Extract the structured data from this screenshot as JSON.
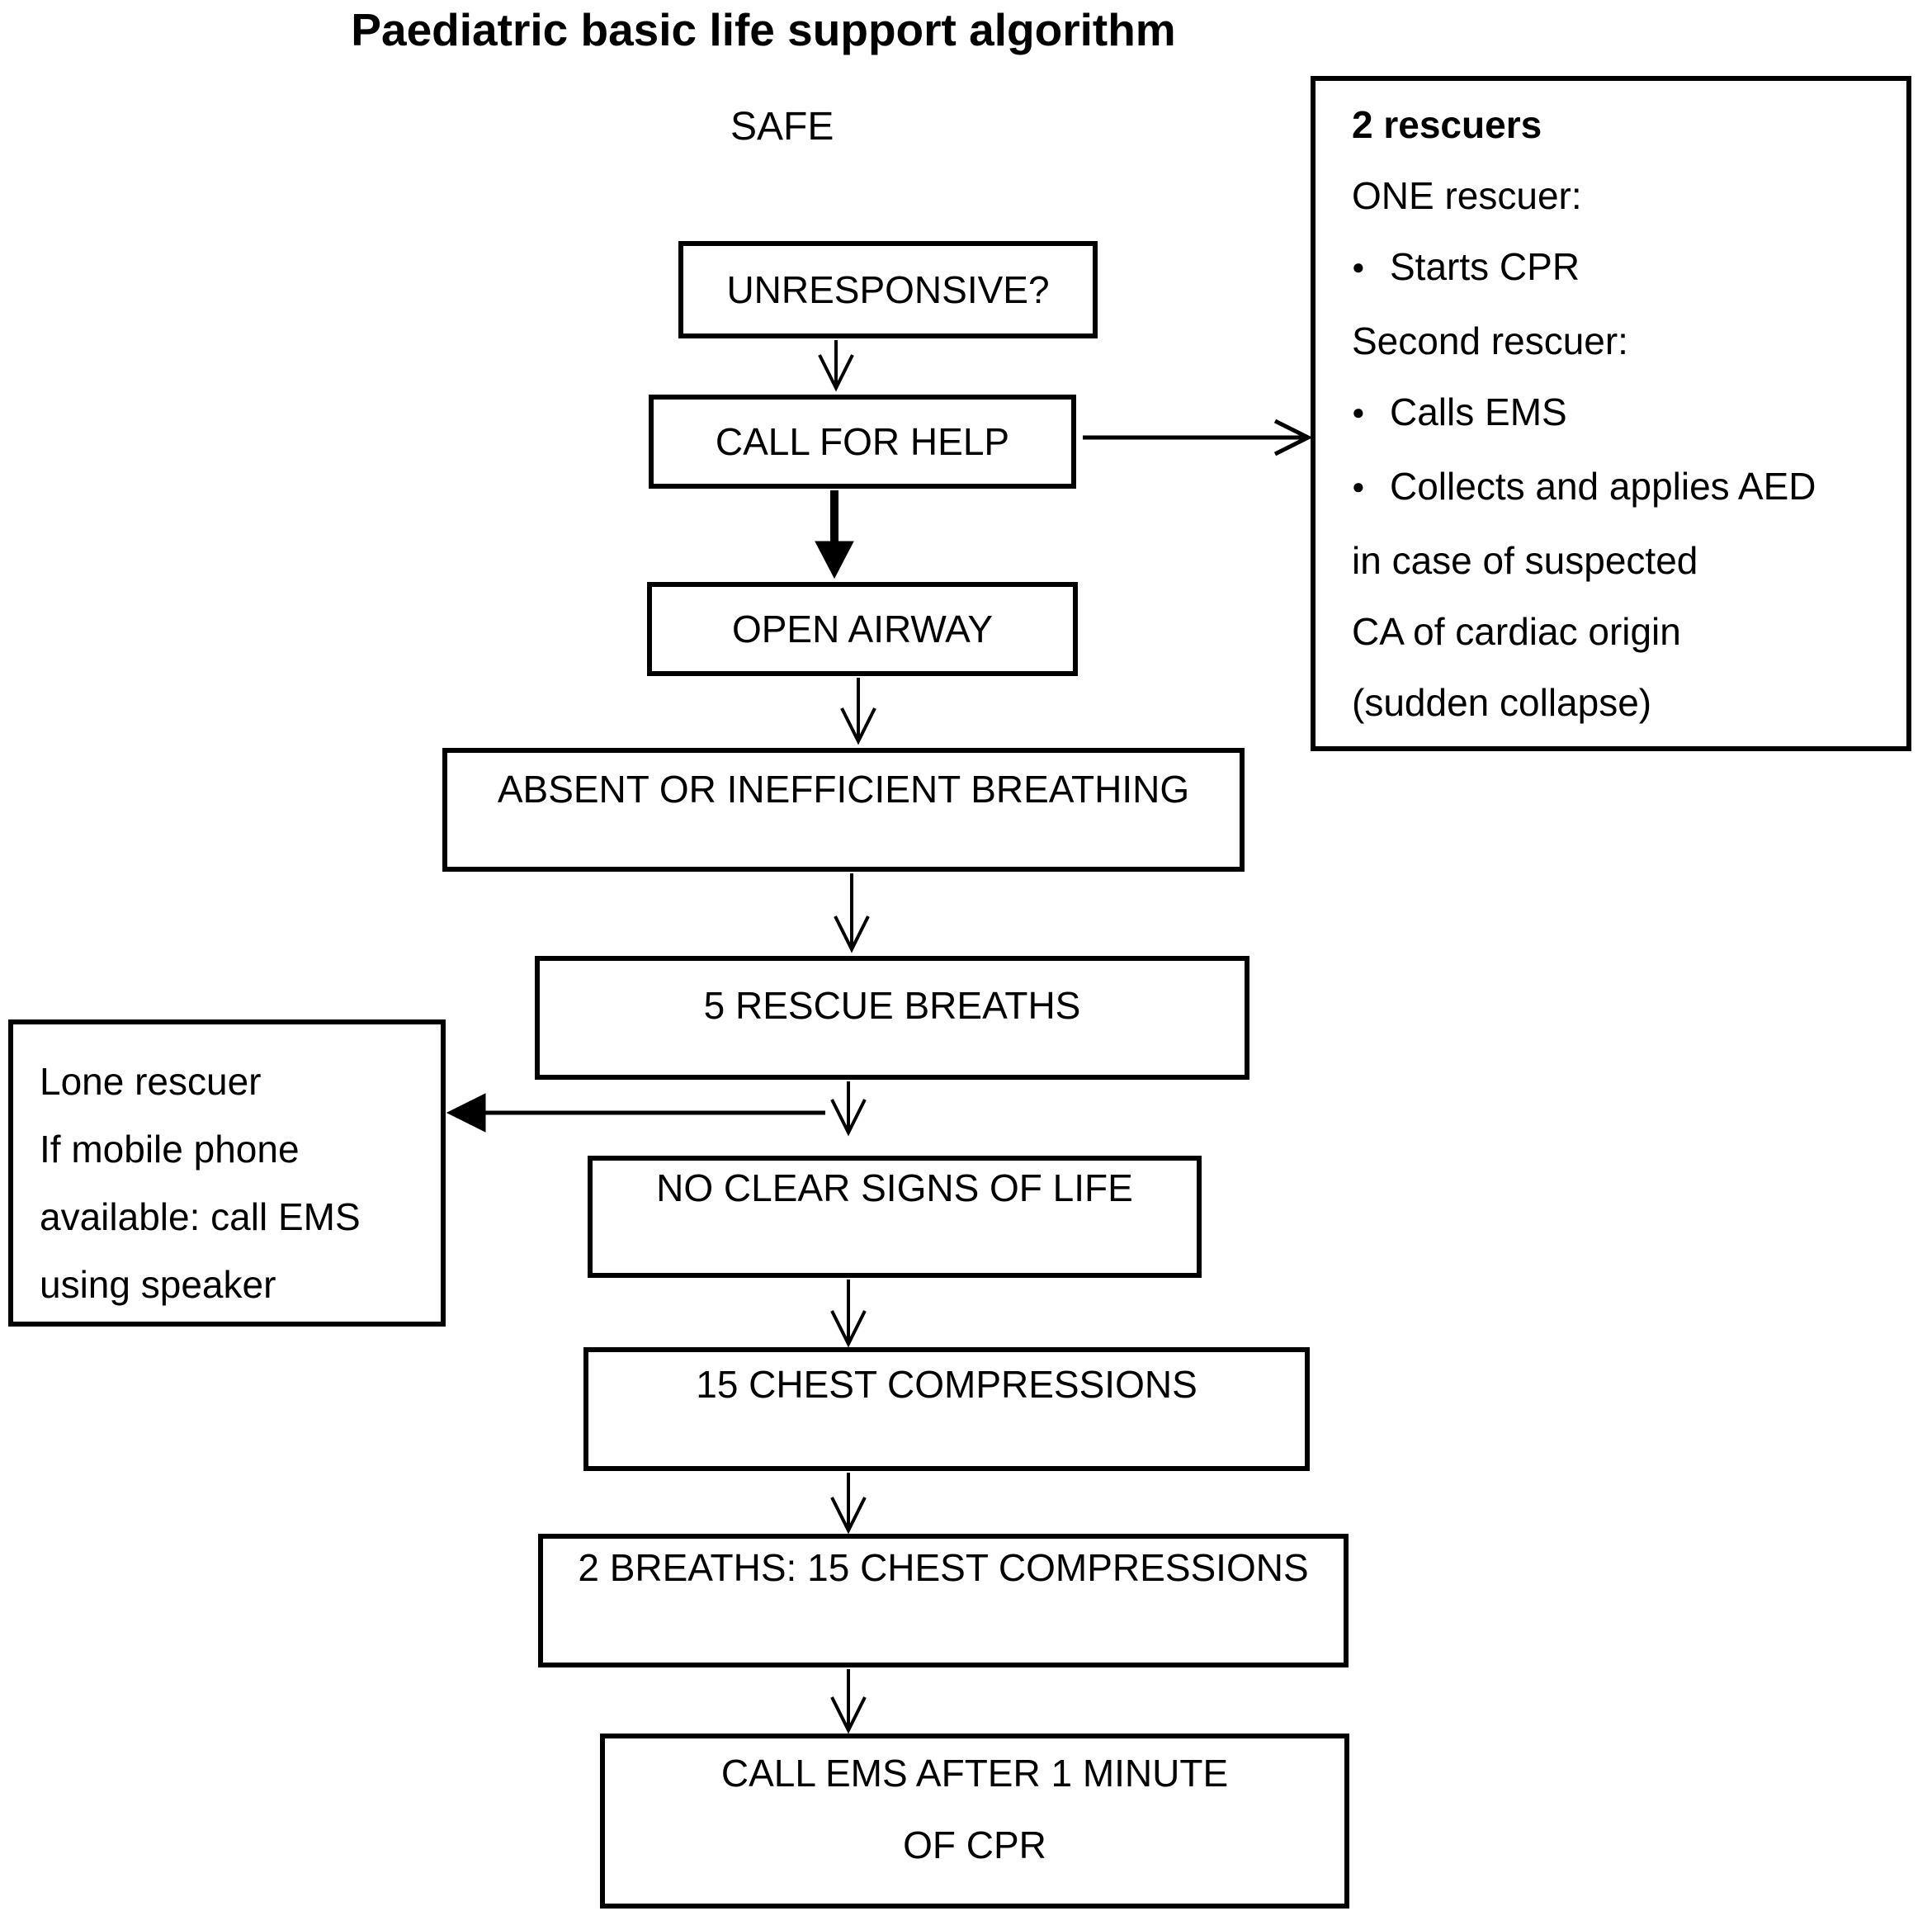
{
  "page": {
    "title": "Paediatric basic life support algorithm",
    "safe_label": "SAFE"
  },
  "flow": {
    "unresponsive": "UNRESPONSIVE?",
    "call_for_help": "CALL FOR HELP",
    "open_airway": "OPEN AIRWAY",
    "absent_breathing": "ABSENT OR INEFFICIENT BREATHING",
    "rescue_breaths": "5 RESCUE BREATHS",
    "no_signs": "NO CLEAR SIGNS OF LIFE",
    "compressions": "15 CHEST COMPRESSIONS",
    "breaths_compressions": "2 BREATHS: 15 CHEST COMPRESSIONS",
    "call_ems_line1": "CALL EMS AFTER 1 MINUTE",
    "call_ems_line2": "OF CPR"
  },
  "two_rescuers": {
    "bullet_char": "●",
    "lines": [
      {
        "text": "2 rescuers",
        "bold": true
      },
      {
        "text": "ONE rescuer:",
        "bold": false
      },
      {
        "text": "Starts CPR",
        "bullet": true
      },
      {
        "text": "Second rescuer:",
        "bold": false
      },
      {
        "text": "Calls EMS",
        "bullet": true
      },
      {
        "text": "Collects and applies AED",
        "bullet": true
      },
      {
        "text": "in case of suspected",
        "bold": false
      },
      {
        "text": "CA of cardiac origin",
        "bold": false
      },
      {
        "text": "(sudden collapse)",
        "bold": false
      }
    ]
  },
  "lone_rescuer": {
    "lines": [
      "Lone rescuer",
      "If mobile phone",
      "available: call EMS",
      "using speaker"
    ]
  },
  "colors": {
    "ink": "#000000",
    "paper": "#ffffff"
  }
}
